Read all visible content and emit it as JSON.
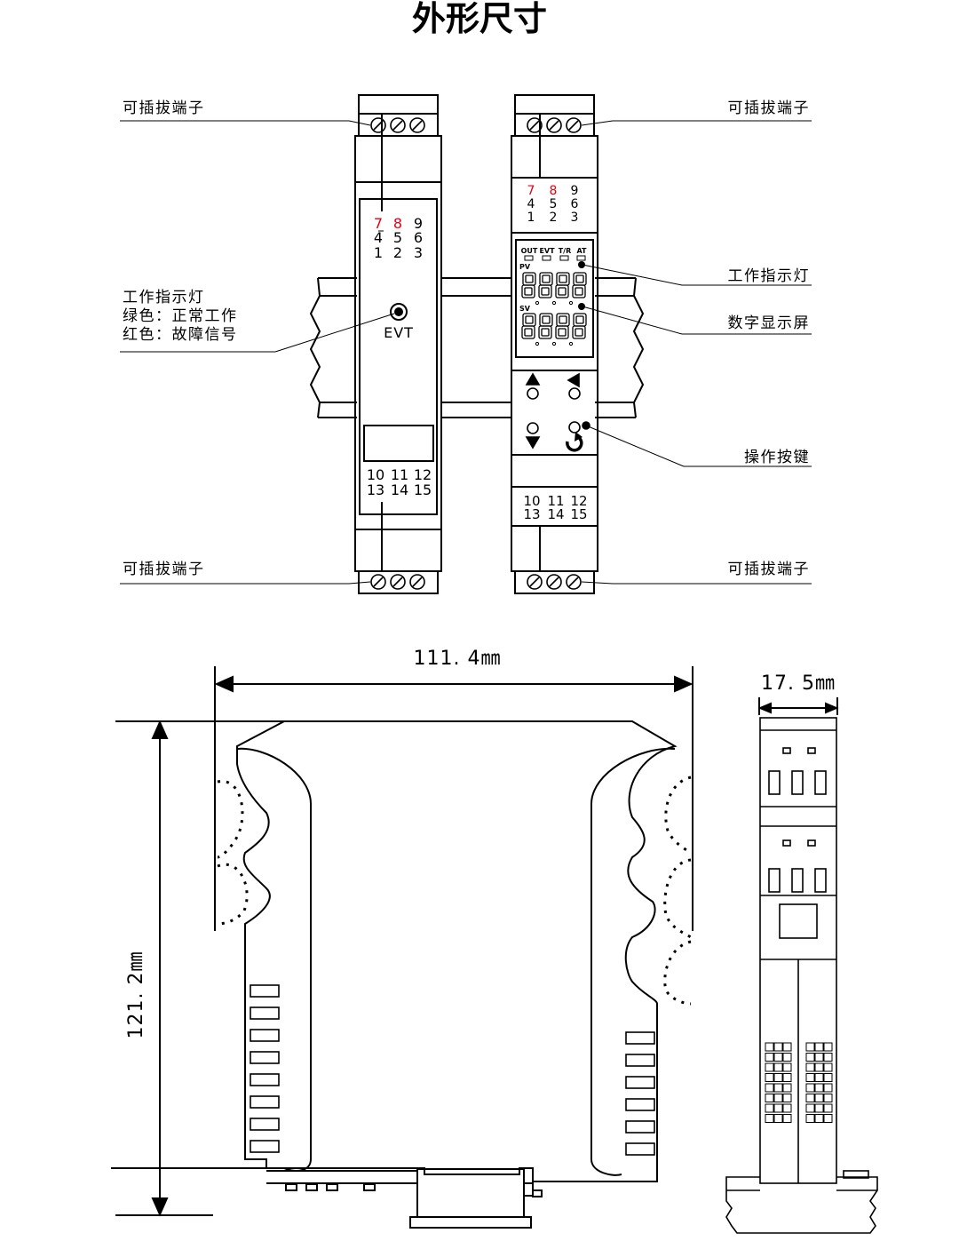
{
  "title": "外形尺寸",
  "labels": {
    "pluggable_terminal": "可插拔端子",
    "work_indicator": "工作指示灯",
    "digital_display": "数字显示屏",
    "operation_keys": "操作按键"
  },
  "left_module": {
    "legend": [
      "工作指示灯",
      "绿色：正常工作",
      "红色：故障信号"
    ],
    "evt_label": "EVT",
    "top_rows": [
      [
        {
          "t": "7",
          "red": true
        },
        {
          "t": "8",
          "red": true
        },
        {
          "t": "9",
          "red": false
        }
      ],
      [
        {
          "t": "4",
          "red": false
        },
        {
          "t": "5",
          "red": false
        },
        {
          "t": "6",
          "red": false
        }
      ],
      [
        {
          "t": "1",
          "red": false
        },
        {
          "t": "2",
          "red": false
        },
        {
          "t": "3",
          "red": false
        }
      ]
    ],
    "bottom_rows": [
      [
        "10",
        "11",
        "12"
      ],
      [
        "13",
        "14",
        "15"
      ]
    ]
  },
  "right_module": {
    "top_rows": [
      [
        {
          "t": "7",
          "red": true
        },
        {
          "t": "8",
          "red": true
        },
        {
          "t": "9",
          "red": false
        }
      ],
      [
        {
          "t": "4",
          "red": false
        },
        {
          "t": "5",
          "red": false
        },
        {
          "t": "6",
          "red": false
        }
      ],
      [
        {
          "t": "1",
          "red": false
        },
        {
          "t": "2",
          "red": false
        },
        {
          "t": "3",
          "red": false
        }
      ]
    ],
    "indicators": [
      "OUT",
      "EVT",
      "T/R",
      "AT"
    ],
    "pv_label": "PV",
    "sv_label": "SV",
    "bottom_rows": [
      [
        "10",
        "11",
        "12"
      ],
      [
        "13",
        "14",
        "15"
      ]
    ]
  },
  "dimensions": {
    "width": "111. 4㎜",
    "height": "121. 2㎜",
    "depth": "17. 5㎜"
  },
  "colors": {
    "ink": "#000000",
    "red_terminal": "#e60012",
    "background": "#ffffff"
  }
}
